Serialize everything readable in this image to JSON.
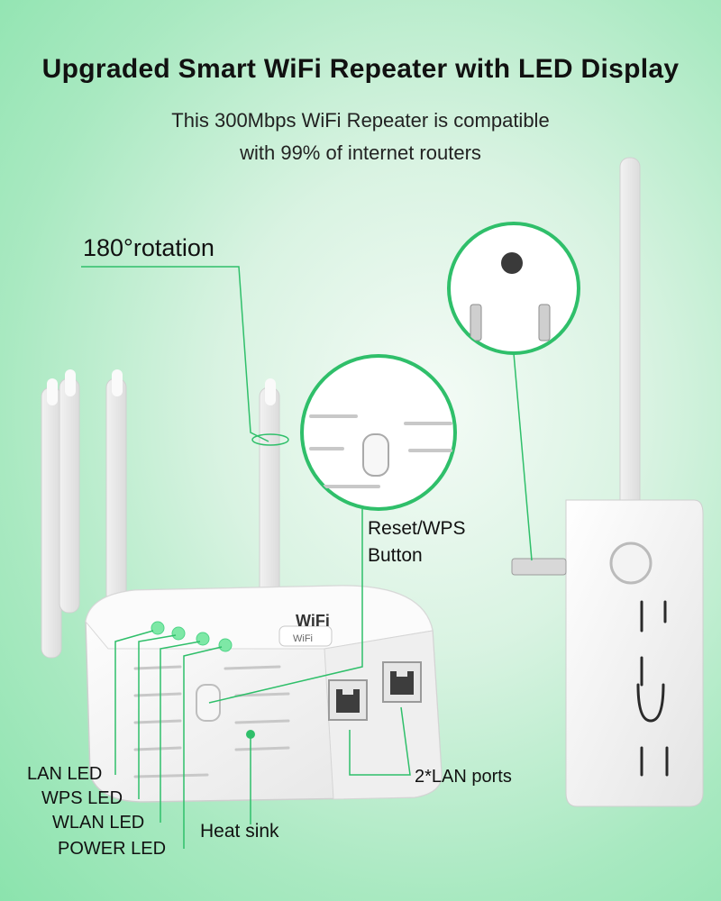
{
  "header": {
    "title": "Upgraded Smart WiFi Repeater with LED Display",
    "subtitle_line1": "This 300Mbps WiFi Repeater is compatible",
    "subtitle_line2": "with 99% of internet routers"
  },
  "device": {
    "brand_text": "WiFi",
    "badge_text": "WiFi"
  },
  "callouts": {
    "rotation": "180°rotation",
    "reset_line1": "Reset/WPS",
    "reset_line2": "Button",
    "lan_led": "LAN LED",
    "wps_led": "WPS LED",
    "wlan_led": "WLAN LED",
    "power_led": "POWER LED",
    "heat_sink": "Heat sink",
    "lan_ports": "2*LAN ports"
  },
  "colors": {
    "accent_green": "#2fbf6a",
    "led_green": "#7ee8a6",
    "device_white": "#f7f7f7"
  }
}
